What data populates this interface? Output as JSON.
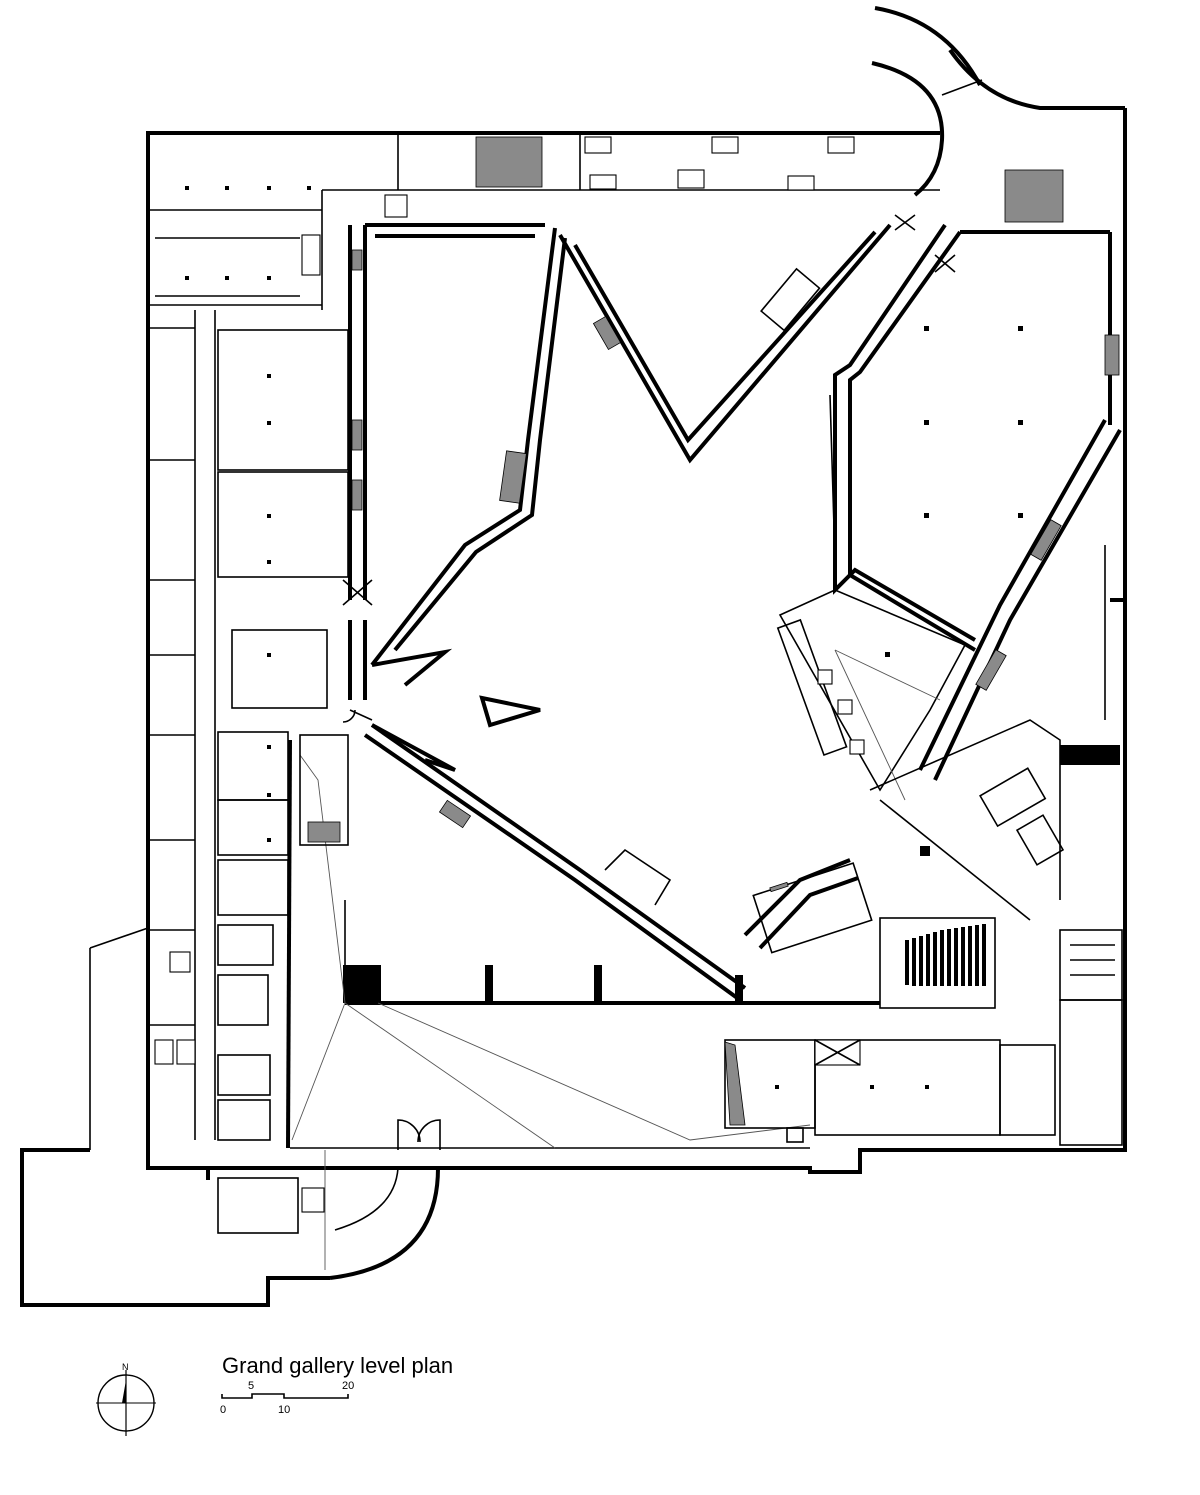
{
  "plan": {
    "title": "Grand gallery level plan",
    "north_label": "N",
    "scale_labels": [
      "5",
      "20",
      "0",
      "10"
    ]
  }
}
